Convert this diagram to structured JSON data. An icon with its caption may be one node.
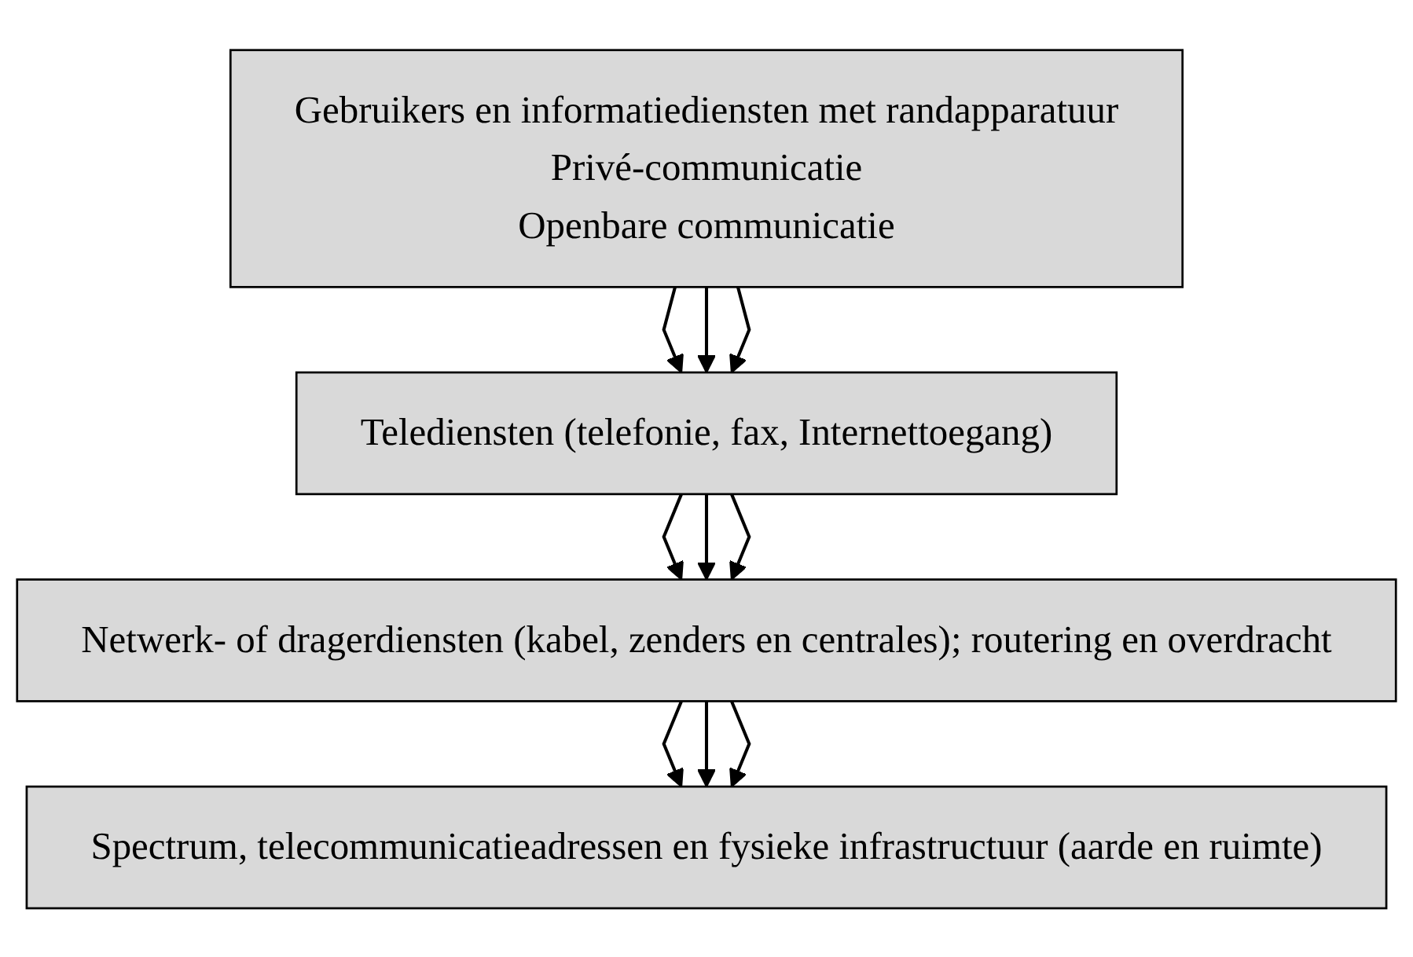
{
  "diagram": {
    "nodes": [
      {
        "text": [
          "Gebruikers en informatiediensten met randapparatuur",
          "Privé-communicatie",
          "Openbare communicatie"
        ]
      },
      {
        "text": [
          "Telediensten (telefonie, fax, Internettoegang)"
        ]
      },
      {
        "text": [
          "Netwerk- of dragerdiensten (kabel, zenders en centrales); routering en overdracht"
        ]
      },
      {
        "text": [
          "Spectrum, telecommunicatieadressen en fysieke infrastructuur (aarde en ruimte)"
        ]
      }
    ],
    "edges": [
      {
        "from": 0,
        "to": 1,
        "arrow": "to"
      },
      {
        "from": 0,
        "to": 1,
        "arrow": "to"
      },
      {
        "from": 0,
        "to": 1,
        "arrow": "to"
      },
      {
        "from": 1,
        "to": 2,
        "arrow": "to"
      },
      {
        "from": 1,
        "to": 2,
        "arrow": "to"
      },
      {
        "from": 1,
        "to": 2,
        "arrow": "to"
      },
      {
        "from": 2,
        "to": 3,
        "arrow": "to"
      },
      {
        "from": 2,
        "to": 3,
        "arrow": "to"
      },
      {
        "from": 2,
        "to": 3,
        "arrow": "to"
      }
    ]
  }
}
